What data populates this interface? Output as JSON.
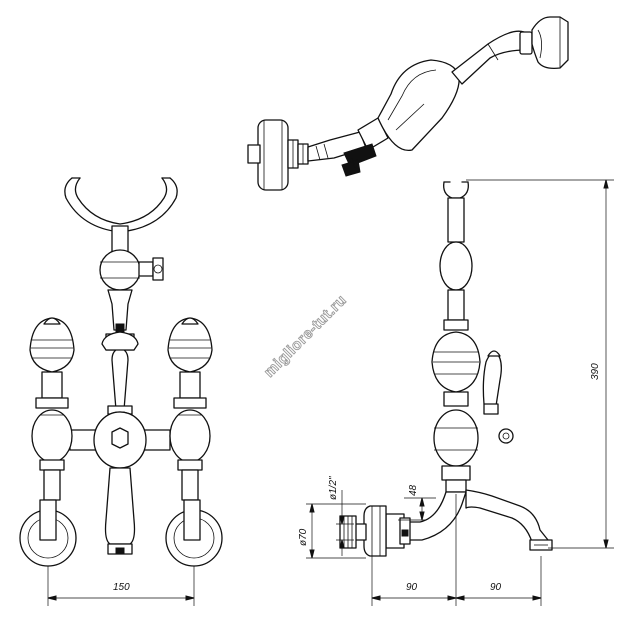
{
  "watermark": "migliore-tut.ru",
  "dimensions": {
    "front_width": "150",
    "height": "390",
    "reach_wall": "90",
    "reach_spout": "90",
    "connection_thread": "ø1/2\"",
    "escutcheon_diameter": "ø70",
    "offset": "48"
  },
  "colors": {
    "line": "#111111",
    "background": "#ffffff",
    "watermark_outline": "#9a9a9a"
  }
}
